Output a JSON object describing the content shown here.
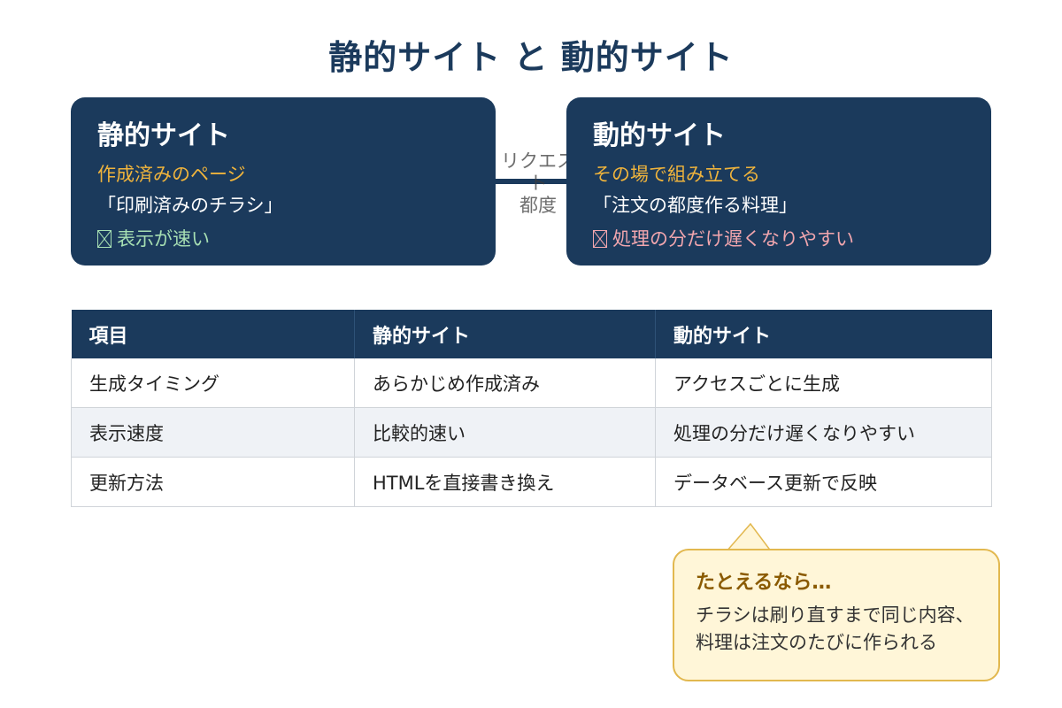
{
  "title": "静的サイト と 動的サイト",
  "cards": {
    "static": {
      "heading": "静的サイト",
      "subtitle": "作成済みのページ",
      "metaphor": "「印刷済みのチラシ」",
      "note": "表示が速い"
    },
    "dynamic": {
      "heading": "動的サイト",
      "subtitle": "その場で組み立てる",
      "metaphor": "「注文の都度作る料理」",
      "note": "処理の分だけ遅くなりやすい"
    }
  },
  "connector": {
    "label_line1": "リクエスト",
    "label_line2": "都度"
  },
  "table": {
    "headers": [
      "項目",
      "静的サイト",
      "動的サイト"
    ],
    "rows": [
      [
        "生成タイミング",
        "あらかじめ作成済み",
        "アクセスごとに生成"
      ],
      [
        "表示速度",
        "比較的速い",
        "処理の分だけ遅くなりやすい"
      ],
      [
        "更新方法",
        "HTMLを直接書き換え",
        "データベース更新で反映"
      ]
    ]
  },
  "callout": {
    "heading": "たとえるなら…",
    "line1": "チラシは刷り直すまで同じ内容、",
    "line2": "料理は注文のたびに作られる"
  },
  "colors": {
    "navy": "#1b3a5c",
    "accent_yellow": "#f0b43c",
    "fast_green": "#a7dfb3",
    "slow_pink": "#f2a6ae",
    "callout_bg": "#fff6d8",
    "callout_border": "#e2b84f"
  },
  "icons": {
    "note": "placeholder-box-icon"
  }
}
